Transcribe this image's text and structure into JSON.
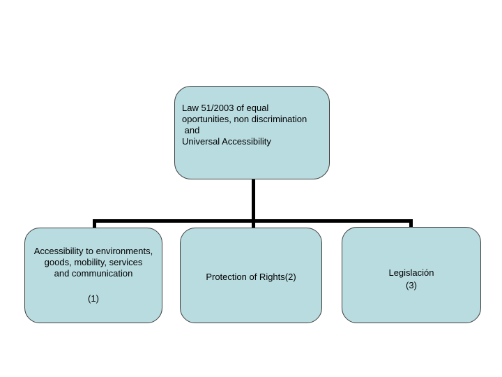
{
  "slide": {
    "background_color": "#ffffff",
    "org_chart": {
      "type": "org-chart",
      "box_fill_color": "#b9dce0",
      "box_border_color": "#3f3f3f",
      "connector_color": "#000000",
      "text_color": "#000000",
      "nodes": {
        "law": {
          "lines": [
            "Law 51/2003 of equal",
            "oportunities, non discrimination",
            " and",
            "Universal Accessibility"
          ]
        },
        "accessibility": {
          "lines": [
            "Accessibility to environments,",
            "goods, mobility, services",
            "and communication",
            "",
            "(1)"
          ]
        },
        "protection": {
          "lines": [
            "Protection of Rights(2)"
          ]
        },
        "legislacion": {
          "lines": [
            "Legislación",
            "(3)"
          ]
        }
      }
    }
  }
}
